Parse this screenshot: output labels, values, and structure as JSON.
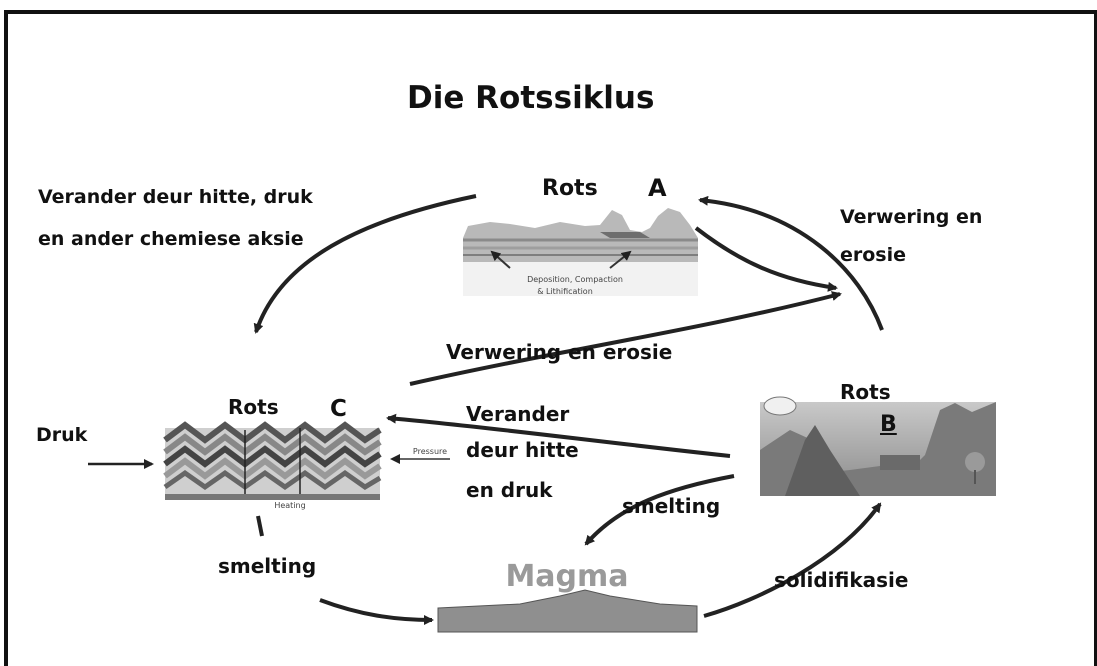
{
  "title": "Die Rotssiklus",
  "rock_a": {
    "label": "Rots",
    "letter": "A",
    "caption_line1": "Deposition, Compaction",
    "caption_line2": "& Lithification"
  },
  "rock_b": {
    "label": "Rots",
    "letter": "B"
  },
  "rock_c": {
    "label": "Rots",
    "letter": "C",
    "pressure_label": "Pressure",
    "heating_label": "Heating"
  },
  "labels": {
    "change_heat_pressure_chem_line1": "Verander deur hitte, druk",
    "change_heat_pressure_chem_line2": "en ander chemiese aksie",
    "weathering_top_line1": "Verwering en",
    "weathering_top_line2": "erosie",
    "weathering_middle": "Verwering en erosie",
    "change_heat_pressure_line1": "Verander",
    "change_heat_pressure_line2": "deur hitte",
    "change_heat_pressure_line3": "en druk",
    "pressure": "Druk",
    "melting_right": "smelting",
    "melting_left": "smelting",
    "solidification": "solidifikasie",
    "magma": "Magma"
  },
  "colors": {
    "border": "#111111",
    "arrow": "#222222",
    "magma_text": "#9a9a9a",
    "magma_bar": "#8f8f8f"
  }
}
